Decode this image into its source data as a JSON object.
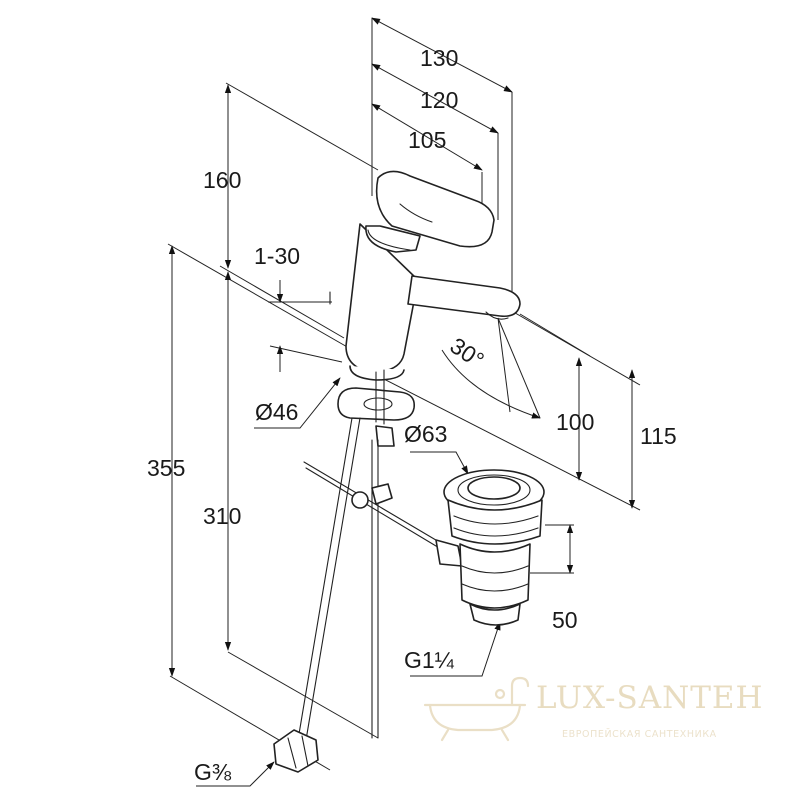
{
  "dimensions": {
    "d130": "130",
    "d120": "120",
    "d105": "105",
    "d160": "160",
    "d1_30": "1-30",
    "d30deg": "30°",
    "d46": "Ø46",
    "d63": "Ø63",
    "d100": "100",
    "d115": "115",
    "d355": "355",
    "d310": "310",
    "d50": "50",
    "g1_1_4": "G1¼",
    "g3_8": "G⅜"
  },
  "watermark": {
    "brand": "LUX-SANTEH",
    "tagline": "ЕВРОПЕЙСКАЯ САНТЕХНИКА",
    "icon": "bathtub-icon"
  },
  "colors": {
    "lines": "#222222",
    "watermark": "#e8dcc0"
  }
}
